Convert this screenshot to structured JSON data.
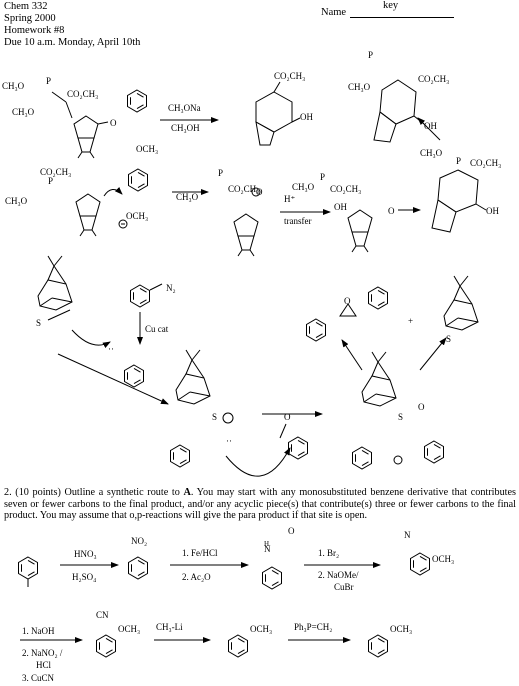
{
  "header": {
    "lines": [
      "Chem 332",
      "Spring 2000",
      "Homework #8",
      "Due 10 a.m. Monday, April 10th"
    ],
    "name_label": "Name",
    "key_text": "key"
  },
  "labels": {
    "co2ch3": "CO₂CH₃",
    "ch3o": "CH₃O",
    "och3": "OCH₃",
    "p": "P",
    "o": "O",
    "oh": "OH",
    "ch3ona": "CH₃ONa",
    "ch3oh": "CH₃OH",
    "h_plus": "H⁺",
    "transfer": "transfer",
    "n2": "N₂",
    "cu_cat": "Cu cat",
    "s": "S",
    "plus": "+",
    "dots": "··"
  },
  "question2": {
    "prefix": "2.  (10 points)  Outline a synthetic route to ",
    "target": "A",
    "text": ".  You may start with any monosubstituted benzene derivative that contributes seven or fewer carbons to the final product, and/or any acyclic piece(s) that contribute(s) three or fewer carbons to the final product. You may assume that o,p-reactions will give the para product if that site is open."
  },
  "route": {
    "hno3": "HNO₃",
    "h2so4": "H₂SO₄",
    "no2": "NO₂",
    "fe_hcl": "1. Fe/HCl",
    "ac2o": "2. Ac₂O",
    "br2": "1. Br₂",
    "naome": "2. NaOMe/",
    "cubr": "CuBr",
    "naoh": "1. NaOH",
    "nano2": "2. NaNO₂ /",
    "hcl": "HCl",
    "cucn": "3. CuCN",
    "ch3li": "CH₃-Li",
    "wittig": "Ph₃P=CH₂",
    "h": "H",
    "n": "N",
    "cn": "CN",
    "och3": "OCH₃"
  }
}
